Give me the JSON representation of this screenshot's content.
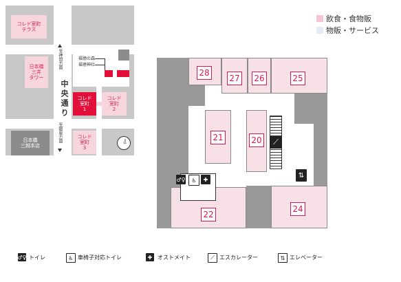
{
  "legend_top": {
    "items": [
      {
        "label": "飲食・食物販",
        "color": "#f5c6d2"
      },
      {
        "label": "物販・サービス",
        "color": "#e3ecf6"
      }
    ]
  },
  "area_map": {
    "buildings": {
      "terrace": "コレド室町\nテラス",
      "nihonbashi_mitsui": "日本橋\n三井\nタワー",
      "muromachi1": "コレド\n室町\n1",
      "muromachi2": "コレド\n室町\n2",
      "muromachi3": "コレド\n室町\n3",
      "mitsukoshi": "日本橋\n三越本店"
    },
    "shrine_1": "福徳の森",
    "shrine_2": "福徳神社",
    "street_main": "中央通り",
    "street_north": "至神田方面",
    "street_south": "至銀座方面"
  },
  "floor_units": {
    "u20": "20",
    "u21": "21",
    "u22": "22",
    "u24": "24",
    "u25": "25",
    "u26": "26",
    "u27": "27",
    "u28": "28"
  },
  "legend_bottom": {
    "toilet": "トイレ",
    "wheelchair_toilet": "車椅子対応トイレ",
    "ostomate": "オストメイト",
    "escalator": "エスカレーター",
    "elevator": "エレベーター"
  },
  "colors": {
    "brand_red": "#e20f3a",
    "food_pink": "#f5c6d2",
    "goods_blue": "#e3ecf6",
    "unit_red": "#e0184a"
  },
  "icons": [
    "toilet-icon",
    "wheelchair-icon",
    "ostomate-icon",
    "escalator-icon",
    "elevator-icon",
    "compass-icon"
  ]
}
